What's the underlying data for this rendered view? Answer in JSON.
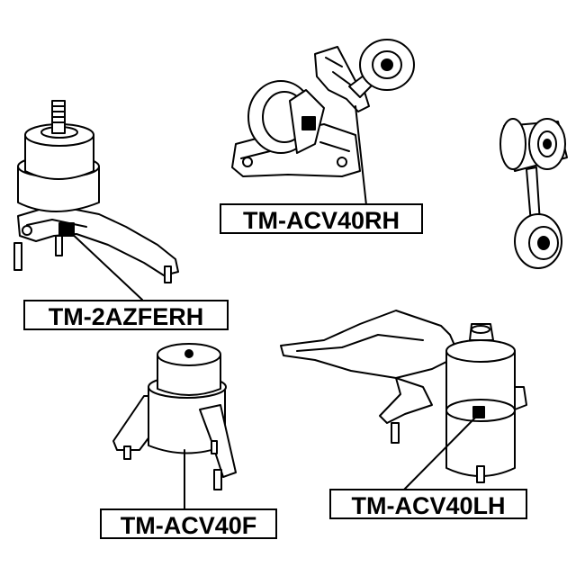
{
  "labels": {
    "acv40rh": "TM-ACV40RH",
    "2azferh": "TM-2AZFERH",
    "acv40f": "TM-ACV40F",
    "acv40lh": "TM-ACV40LH"
  },
  "colors": {
    "ink": "#000000",
    "paper": "#ffffff"
  }
}
